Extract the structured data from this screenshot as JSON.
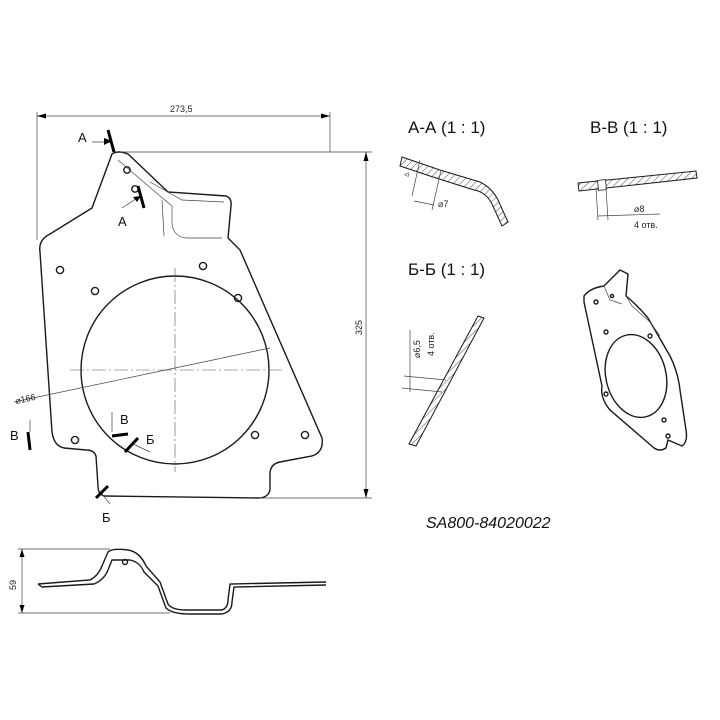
{
  "dimensions": {
    "width": "273,5",
    "height": "325",
    "hole_dia": "⌀166",
    "side_height": "59"
  },
  "section_marks": {
    "a_top": "А",
    "a_bottom": "А",
    "v_left": "В",
    "v_right": "В",
    "b_right": "Б",
    "b_bottom": "Б"
  },
  "views": {
    "section_aa": {
      "title": "А-А (1 : 1)",
      "dim": "⌀7"
    },
    "section_vv": {
      "title": "В-В (1 : 1)",
      "dim": "⌀8",
      "note": "4 отв."
    },
    "section_bb": {
      "title": "Б-Б (1 : 1)",
      "dim": "⌀6,5",
      "note": "4 отв."
    }
  },
  "part_number": "SA800-84020022"
}
